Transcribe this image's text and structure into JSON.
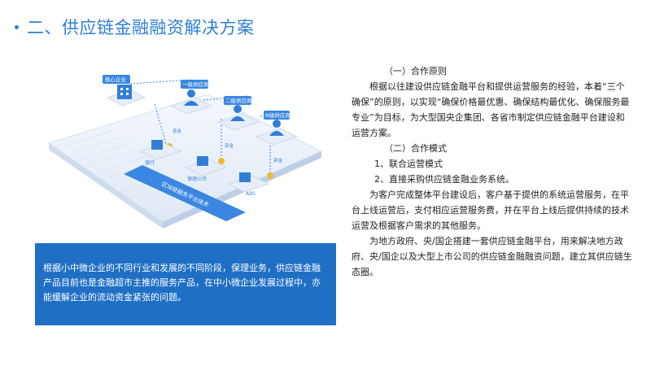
{
  "slide": {
    "title": "二、供应链金融融资解决方案",
    "accent": "#2f7fd7"
  },
  "diagram": {
    "labels": {
      "core": "核心企业",
      "tier1": "一级供应商",
      "tier2": "二级供应商",
      "tierN": "N级供应商",
      "fund": "资金",
      "bank": "银行",
      "factoring": "保理公司",
      "abs": "ABS",
      "platform": "区块链服务平台技术"
    }
  },
  "left_box": {
    "text": "根据小中微企业的不同行业和发展的不同阶段，保理业务，供应链金融产品目前也是金融超市主推的服务产品，在中小微企业发展过程中，亦能缓解企业的流动资金紧张的问题。"
  },
  "right": {
    "heading1": "（一）合作原则",
    "para1": "根据以往建设供应链金融平台和提供运营服务的经验，本着“三个确保”的原则，以实现“确保价格最优惠、确保结构最优化、确保服务最专业”为目标，为大型国央企集团、各省市制定供应链金融平台建设和运营方案。",
    "heading2": "（二）合作模式",
    "item1": "1、联合运营模式",
    "item2": "2、直接采购供应链金融业务系统。",
    "para2": "为客户完成整体平台建设后，客户基于提供的系统运营服务，在平台上线运营后，支付相应运营服务费，并在平台上线后提供持续的技术运营及根据客户需求的其他服务。",
    "para3": "为地方政府、央/国企搭建一套供应链金融平台，用来解决地方政府、央/国企以及大型上市公司的供应链金融融资问题，建立其供应链生态圈。"
  }
}
